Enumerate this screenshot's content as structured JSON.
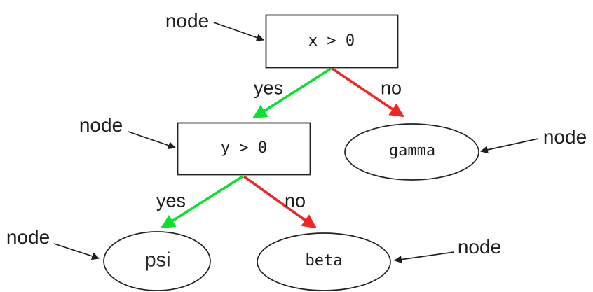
{
  "diagram": {
    "title_hint": "binary decision tree",
    "colors": {
      "yes_edge": "#0ae12d",
      "no_edge": "#f12525",
      "outline": "#222222",
      "annotation": "#1e1e1e"
    },
    "nodes": {
      "root": {
        "label": "x > 0",
        "shape": "rectangle"
      },
      "inner": {
        "label": "y > 0",
        "shape": "rectangle"
      },
      "gamma": {
        "label": "gamma",
        "shape": "ellipse"
      },
      "psi": {
        "label": "psi",
        "shape": "ellipse"
      },
      "beta": {
        "label": "beta",
        "shape": "ellipse"
      }
    },
    "edges": {
      "root_yes": {
        "label": "yes",
        "from": "root",
        "to": "inner"
      },
      "root_no": {
        "label": "no",
        "from": "root",
        "to": "gamma"
      },
      "inner_yes": {
        "label": "yes",
        "from": "inner",
        "to": "psi"
      },
      "inner_no": {
        "label": "no",
        "from": "inner",
        "to": "beta"
      }
    },
    "annotations": {
      "root": "node",
      "inner": "node",
      "gamma": "node",
      "psi": "node",
      "beta": "node"
    }
  }
}
